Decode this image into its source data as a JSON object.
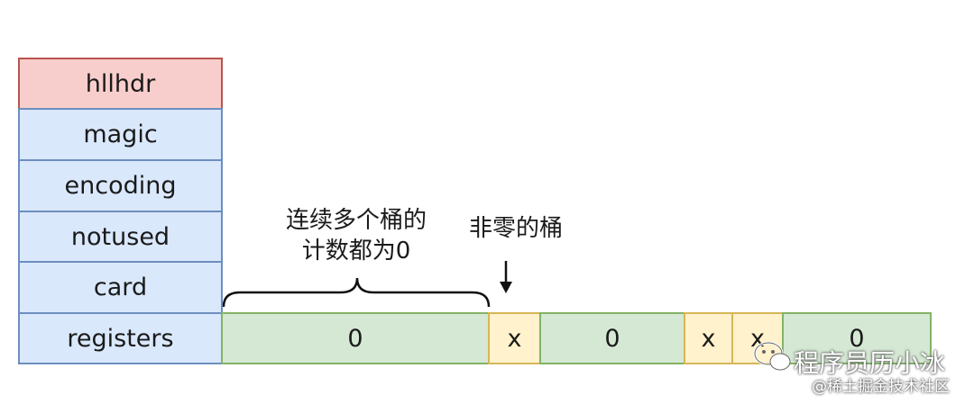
{
  "header_fields": [
    {
      "label": "hllhdr"
    },
    {
      "label": "magic"
    },
    {
      "label": "encoding"
    },
    {
      "label": "notused"
    },
    {
      "label": "card"
    },
    {
      "label": "registers"
    }
  ],
  "buckets": [
    {
      "label": "0",
      "kind": "zero"
    },
    {
      "label": "x",
      "kind": "non-zero"
    },
    {
      "label": "0",
      "kind": "zero"
    },
    {
      "label": "x",
      "kind": "non-zero"
    },
    {
      "label": "x",
      "kind": "non-zero"
    },
    {
      "label": "0",
      "kind": "zero"
    }
  ],
  "annotations": {
    "zero_run_line1": "连续多个桶的",
    "zero_run_line2": "计数都为0",
    "nonzero_label": "非零的桶"
  },
  "watermark": {
    "main": "程序员历小冰",
    "sub": "@稀土掘金技术社区"
  },
  "colors": {
    "header_fill": "#f8cecc",
    "field_fill": "#dae8fc",
    "zero_bucket_fill": "#d5e8d4",
    "nonzero_bucket_fill": "#fff2cc"
  }
}
